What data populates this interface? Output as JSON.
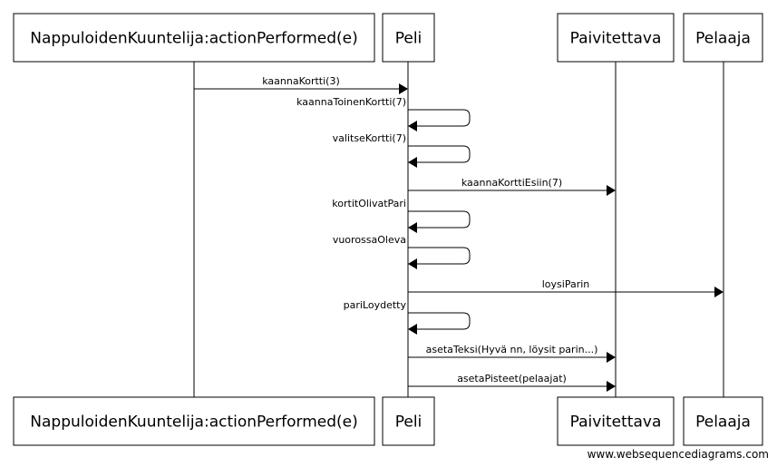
{
  "participants": [
    {
      "name": "NappuloidenKuuntelija:actionPerformed(e)"
    },
    {
      "name": "Peli"
    },
    {
      "name": "Paivitettava"
    },
    {
      "name": "Pelaaja"
    }
  ],
  "messages": [
    {
      "from": 0,
      "to": 1,
      "label": "kaannaKortti(3)"
    },
    {
      "from": 1,
      "to": 1,
      "label": "kaannaToinenKortti(7)"
    },
    {
      "from": 1,
      "to": 1,
      "label": "valitseKortti(7)"
    },
    {
      "from": 1,
      "to": 2,
      "label": "kaannaKorttiEsiin(7)"
    },
    {
      "from": 1,
      "to": 1,
      "label": "kortitOlivatPari"
    },
    {
      "from": 1,
      "to": 1,
      "label": "vuorossaOleva"
    },
    {
      "from": 1,
      "to": 3,
      "label": "loysiParin"
    },
    {
      "from": 1,
      "to": 1,
      "label": "pariLoydetty"
    },
    {
      "from": 1,
      "to": 2,
      "label": "asetaTeksi(Hyvä nn, löysit parin...)"
    },
    {
      "from": 1,
      "to": 2,
      "label": "asetaPisteet(pelaajat)"
    }
  ],
  "watermark": "www.websequencediagrams.com"
}
